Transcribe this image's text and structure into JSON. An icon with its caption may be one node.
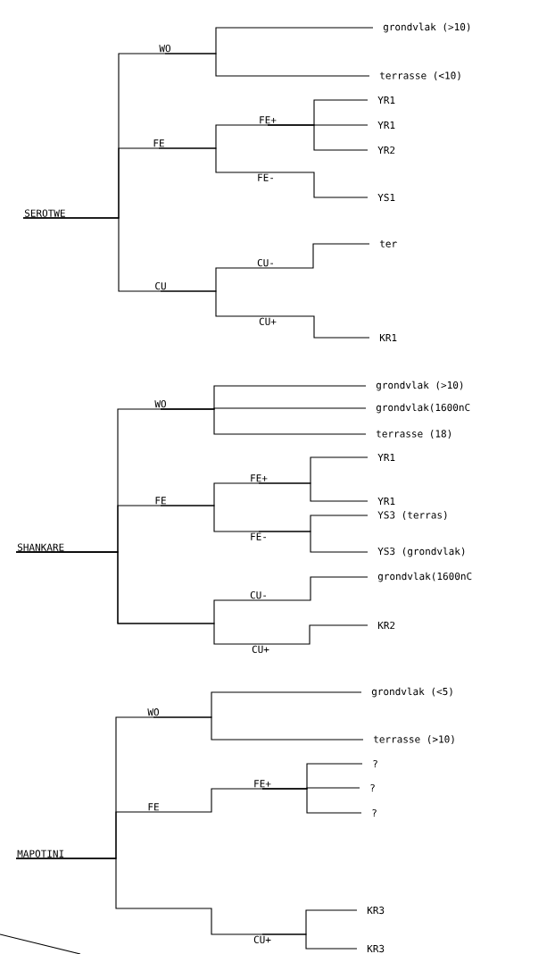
{
  "diagram": {
    "nodes": [
      {
        "text": [
          "SEROTWE"
        ]
      },
      {
        "text": [
          "WO"
        ]
      },
      {
        "text": [
          "grondvlak (>10)"
        ]
      },
      {
        "text": [
          "terrasse (<10)"
        ]
      },
      {
        "text": [
          "FE"
        ]
      },
      {
        "text": [
          "FE+"
        ]
      },
      {
        "text": [
          "YR1"
        ]
      },
      {
        "text": [
          "YR1"
        ]
      },
      {
        "text": [
          "YR2"
        ]
      },
      {
        "text": [
          "FE-"
        ]
      },
      {
        "text": [
          "YS1"
        ]
      },
      {
        "text": [
          "CU"
        ]
      },
      {
        "text": [
          "CU-"
        ]
      },
      {
        "text": [
          "ter"
        ]
      },
      {
        "text": [
          "CU+"
        ]
      },
      {
        "text": [
          "KR1"
        ]
      },
      {
        "text": [
          "SHANKARE"
        ]
      },
      {
        "text": [
          "WO"
        ]
      },
      {
        "text": [
          "grondvlak (>10)"
        ]
      },
      {
        "text": [
          "grondvlak(1600nC"
        ]
      },
      {
        "text": [
          "terrasse (18)"
        ]
      },
      {
        "text": [
          "FE"
        ]
      },
      {
        "text": [
          "FE+"
        ]
      },
      {
        "text": [
          "YR1"
        ]
      },
      {
        "text": [
          "YR1"
        ]
      },
      {
        "text": [
          "FE-"
        ]
      },
      {
        "text": [
          "YS3 (terras)"
        ]
      },
      {
        "text": [
          "YS3 (grondvlak)"
        ]
      },
      {
        "text": [
          "CU-"
        ]
      },
      {
        "text": [
          "grondvlak(1600nC"
        ]
      },
      {
        "text": [
          "CU+"
        ]
      },
      {
        "text": [
          "KR2"
        ]
      },
      {
        "text": [
          "MAPOTINI"
        ]
      },
      {
        "text": [
          "WO"
        ]
      },
      {
        "text": [
          "grondvlak (<5)"
        ]
      },
      {
        "text": [
          "terrasse (>10)"
        ]
      },
      {
        "text": [
          "FE"
        ]
      },
      {
        "text": [
          "FE+"
        ]
      },
      {
        "text": [
          "?"
        ]
      },
      {
        "text": [
          "?"
        ]
      },
      {
        "text": [
          "?"
        ]
      },
      {
        "text": [
          "CU+"
        ]
      },
      {
        "text": [
          "KR3"
        ]
      },
      {
        "text": [
          "KR3"
        ]
      }
    ],
    "edges": [
      {
        "from": 0,
        "to": 1,
        "arrow": "none"
      },
      {
        "from": 1,
        "to": 2,
        "arrow": "none"
      },
      {
        "from": 1,
        "to": 3,
        "arrow": "none"
      },
      {
        "from": 0,
        "to": 4,
        "arrow": "none"
      },
      {
        "from": 4,
        "to": 5,
        "arrow": "none"
      },
      {
        "from": 5,
        "to": 6,
        "arrow": "none"
      },
      {
        "from": 5,
        "to": 7,
        "arrow": "none"
      },
      {
        "from": 5,
        "to": 8,
        "arrow": "none"
      },
      {
        "from": 4,
        "to": 9,
        "arrow": "none"
      },
      {
        "from": 9,
        "to": 10,
        "arrow": "none"
      },
      {
        "from": 0,
        "to": 11,
        "arrow": "none"
      },
      {
        "from": 11,
        "to": 12,
        "arrow": "none"
      },
      {
        "from": 12,
        "to": 13,
        "arrow": "none"
      },
      {
        "from": 11,
        "to": 14,
        "arrow": "none"
      },
      {
        "from": 14,
        "to": 15,
        "arrow": "none"
      },
      {
        "from": 16,
        "to": 17,
        "arrow": "none"
      },
      {
        "from": 17,
        "to": 18,
        "arrow": "none"
      },
      {
        "from": 17,
        "to": 19,
        "arrow": "none"
      },
      {
        "from": 17,
        "to": 20,
        "arrow": "none"
      },
      {
        "from": 16,
        "to": 21,
        "arrow": "none"
      },
      {
        "from": 21,
        "to": 22,
        "arrow": "none"
      },
      {
        "from": 22,
        "to": 23,
        "arrow": "none"
      },
      {
        "from": 22,
        "to": 24,
        "arrow": "none"
      },
      {
        "from": 21,
        "to": 25,
        "arrow": "none"
      },
      {
        "from": 25,
        "to": 26,
        "arrow": "none"
      },
      {
        "from": 25,
        "to": 27,
        "arrow": "none"
      },
      {
        "from": 16,
        "to": 28,
        "arrow": "none"
      },
      {
        "from": 28,
        "to": 29,
        "arrow": "none"
      },
      {
        "from": 16,
        "to": 30,
        "arrow": "none"
      },
      {
        "from": 30,
        "to": 31,
        "arrow": "none"
      },
      {
        "from": 32,
        "to": 33,
        "arrow": "none"
      },
      {
        "from": 33,
        "to": 34,
        "arrow": "none"
      },
      {
        "from": 33,
        "to": 35,
        "arrow": "none"
      },
      {
        "from": 32,
        "to": 36,
        "arrow": "none"
      },
      {
        "from": 36,
        "to": 37,
        "arrow": "none"
      },
      {
        "from": 37,
        "to": 38,
        "arrow": "none"
      },
      {
        "from": 37,
        "to": 39,
        "arrow": "none"
      },
      {
        "from": 37,
        "to": 40,
        "arrow": "none"
      },
      {
        "from": 32,
        "to": 41,
        "arrow": "none"
      },
      {
        "from": 41,
        "to": 42,
        "arrow": "none"
      },
      {
        "from": 41,
        "to": 43,
        "arrow": "none"
      }
    ]
  }
}
